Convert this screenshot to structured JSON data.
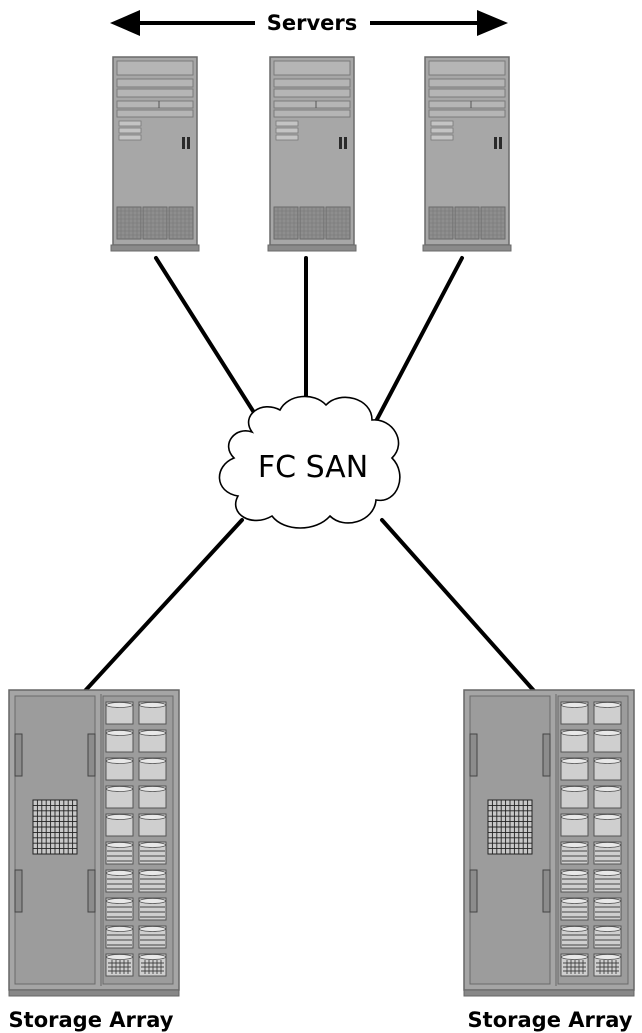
{
  "servers_label": "Servers",
  "san_label": "FC SAN",
  "storage_label_left": "Storage Array",
  "storage_label_right": "Storage Array",
  "servers": [
    {
      "icon": "server-tower-icon"
    },
    {
      "icon": "server-tower-icon"
    },
    {
      "icon": "server-tower-icon"
    }
  ],
  "storage_arrays": [
    {
      "icon": "storage-array-icon"
    },
    {
      "icon": "storage-array-icon"
    }
  ],
  "colors": {
    "line": "#000000",
    "device_body": "#a9a9a9",
    "device_dark": "#7a7a7a",
    "cloud_fill": "#ffffff"
  }
}
